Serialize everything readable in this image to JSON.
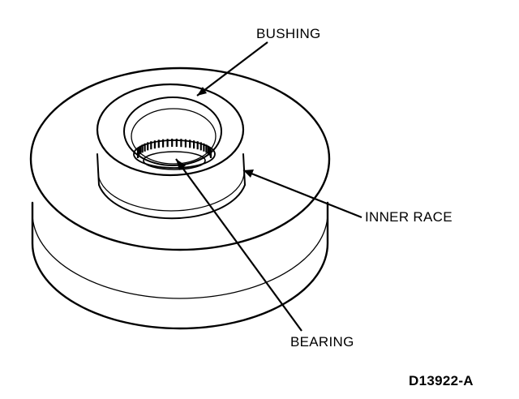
{
  "labels": {
    "bushing": "BUSHING",
    "inner_race": "INNER RACE",
    "bearing": "BEARING",
    "figure_id": "D13922-A"
  },
  "colors": {
    "ink": "#000000",
    "paper": "#ffffff"
  }
}
